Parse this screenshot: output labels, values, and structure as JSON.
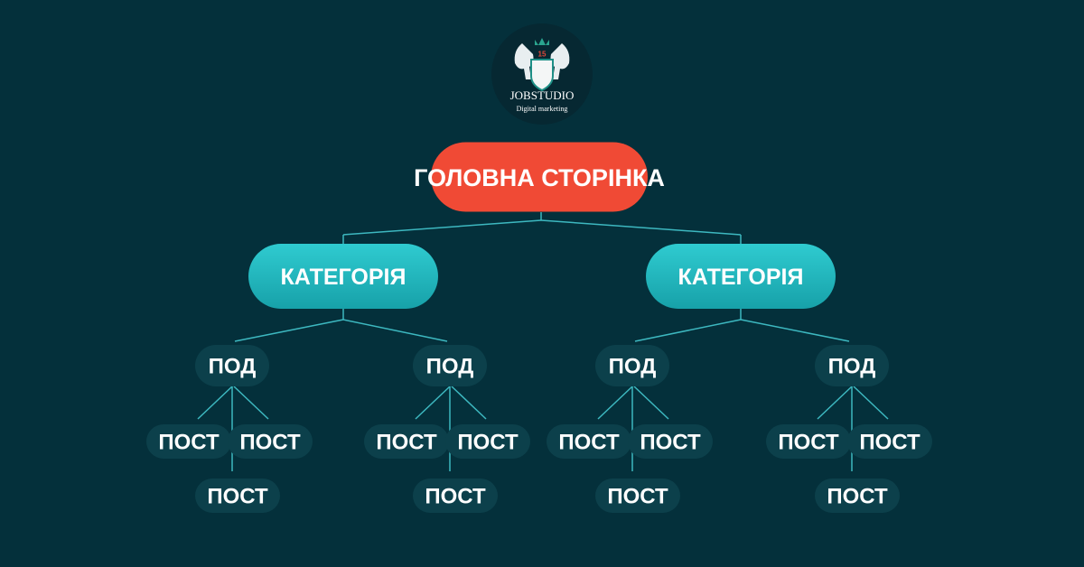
{
  "logo": {
    "name": "JOBSTUDIO",
    "tagline": "Digital marketing",
    "badge": "15"
  },
  "colors": {
    "background": "#04303b",
    "root": "#f04a35",
    "category": "#22b8be",
    "node": "#0c404b",
    "line": "#3db8c0"
  },
  "tree": {
    "root": "ГОЛОВНА СТОРІНКА",
    "categories": [
      {
        "label": "КАТЕГОРІЯ",
        "children": [
          {
            "label": "ПОД",
            "posts": [
              "ПОСТ",
              "ПОСТ",
              "ПОСТ"
            ]
          },
          {
            "label": "ПОД",
            "posts": [
              "ПОСТ",
              "ПОСТ",
              "ПОСТ"
            ]
          }
        ]
      },
      {
        "label": "КАТЕГОРІЯ",
        "children": [
          {
            "label": "ПОД",
            "posts": [
              "ПОСТ",
              "ПОСТ",
              "ПОСТ"
            ]
          },
          {
            "label": "ПОД",
            "posts": [
              "ПОСТ",
              "ПОСТ",
              "ПОСТ"
            ]
          }
        ]
      }
    ]
  }
}
